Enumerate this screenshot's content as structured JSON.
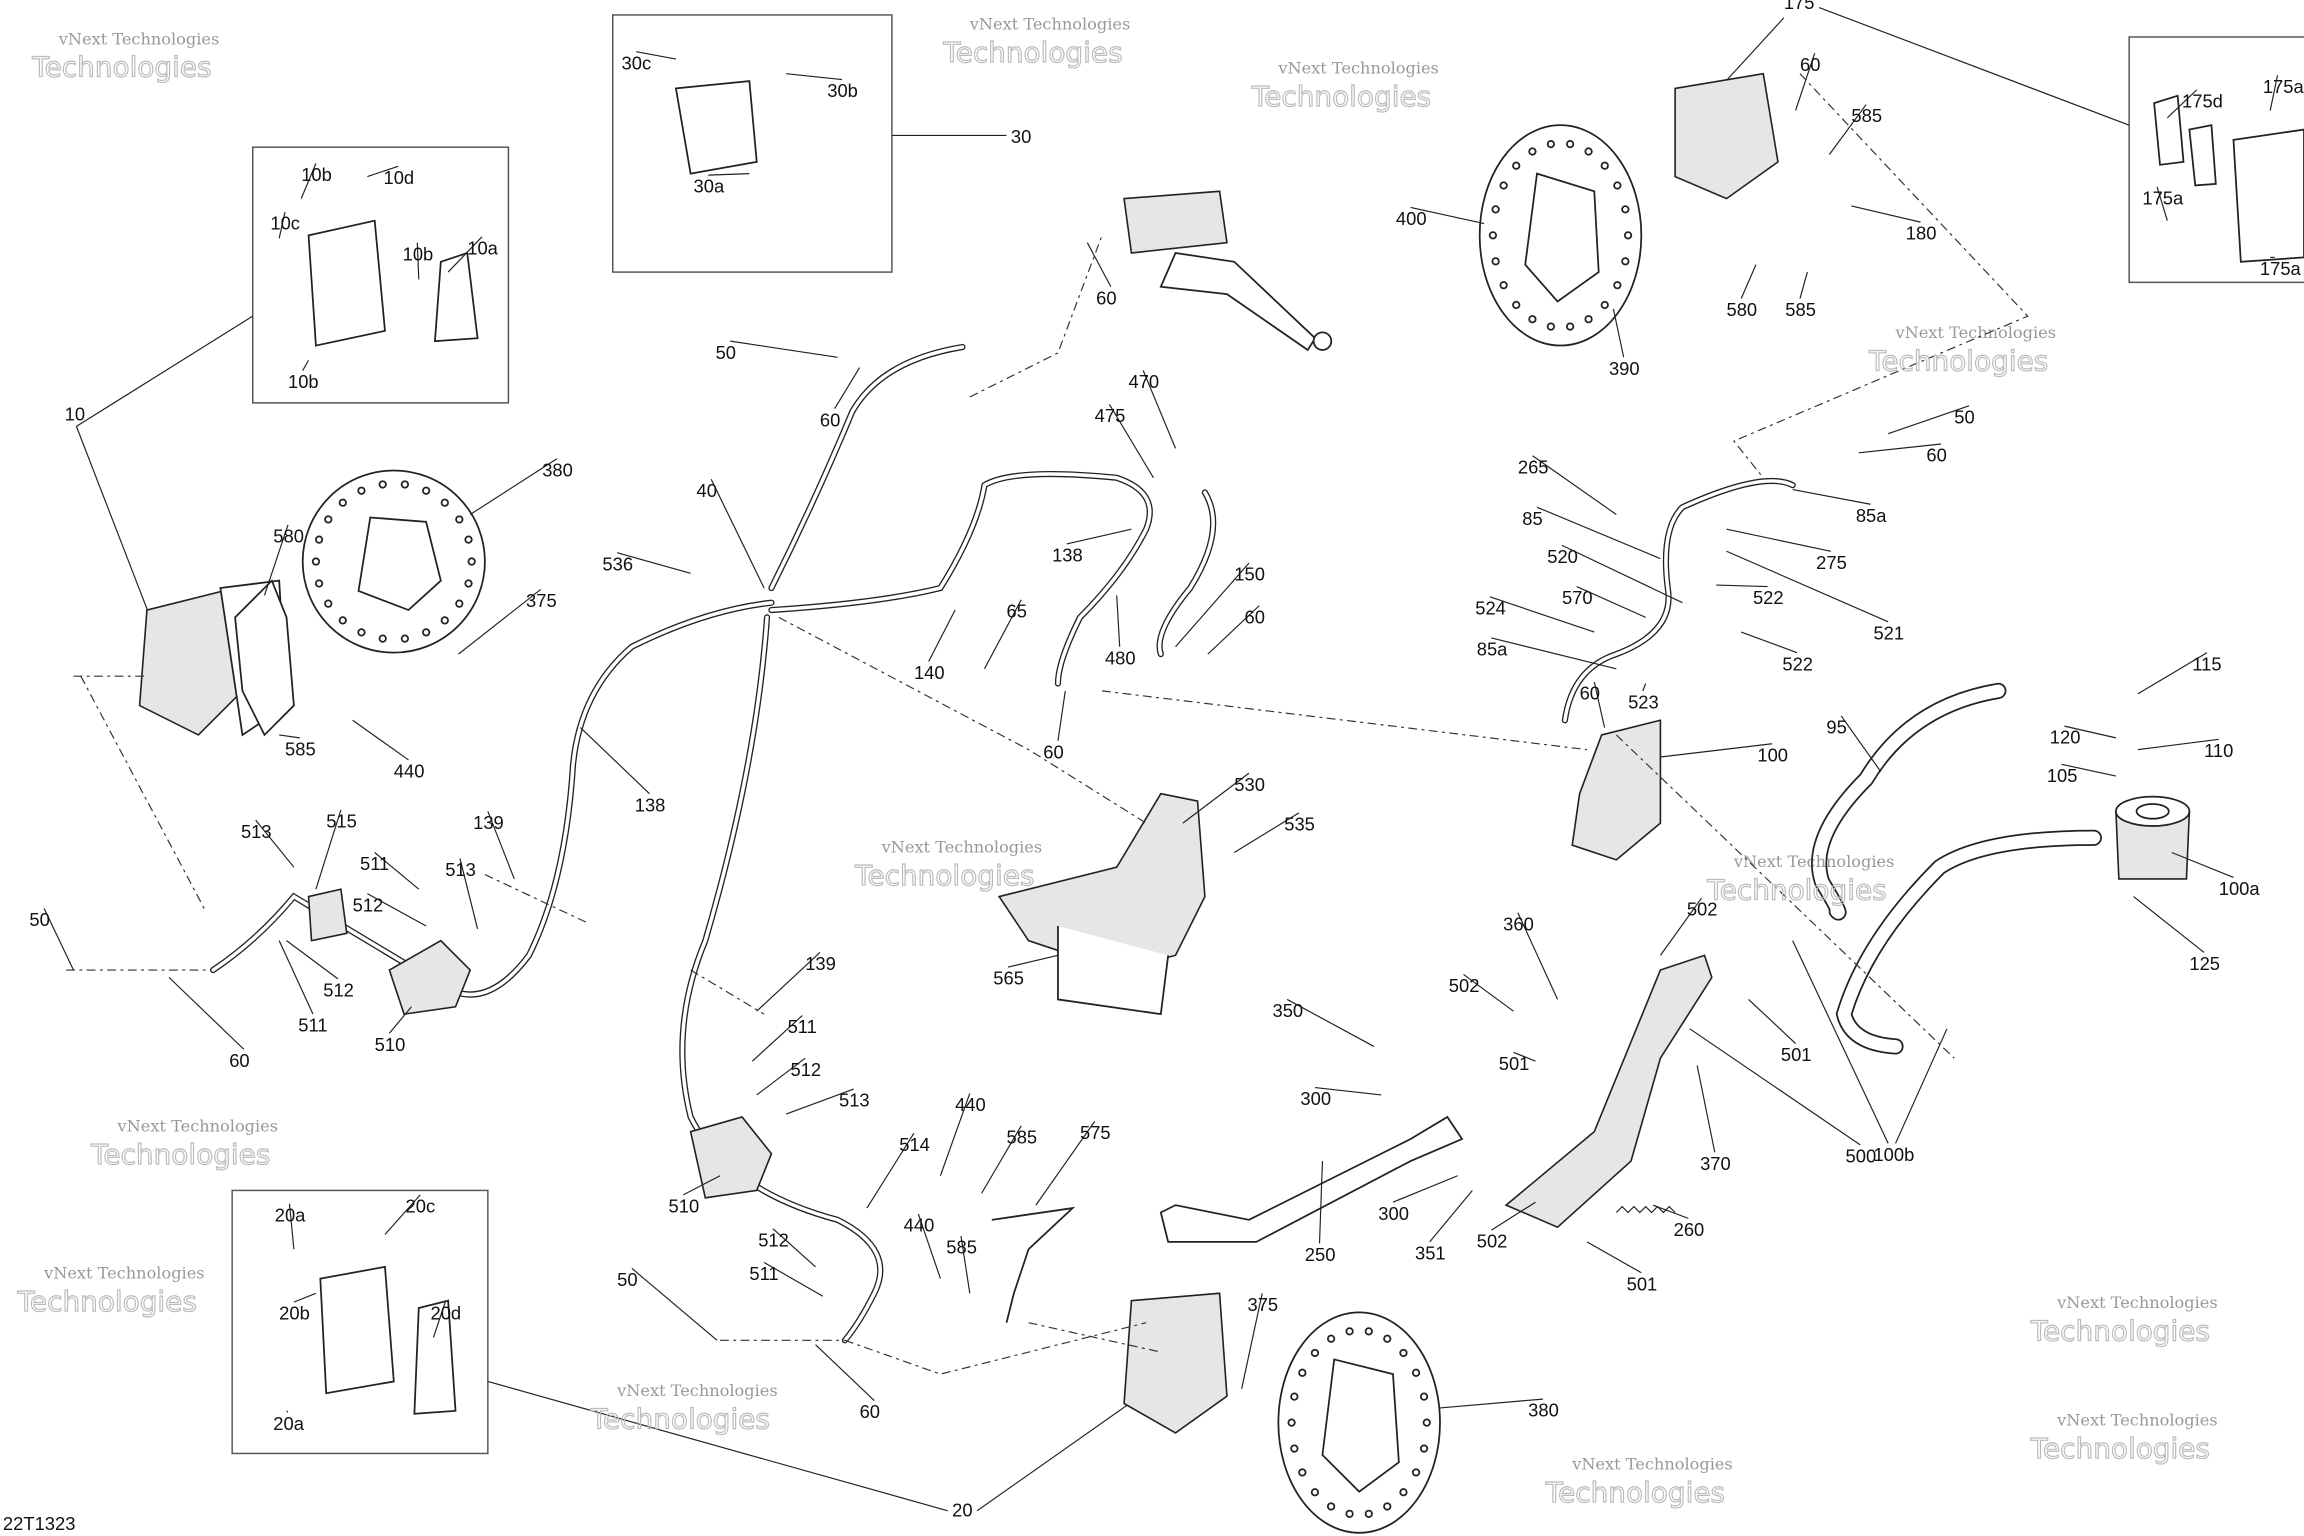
{
  "diagram": {
    "code": "22T1323",
    "watermark_line1": "vNext Technologies",
    "watermark_line2": "Technologies",
    "labels": [
      "30c",
      "30b",
      "30a",
      "30",
      "10b",
      "10d",
      "10c",
      "10b",
      "10a",
      "10b",
      "10",
      "175",
      "175a",
      "175d",
      "175a",
      "175a",
      "60",
      "50",
      "60",
      "470",
      "475",
      "40",
      "536",
      "138",
      "150",
      "65",
      "60",
      "140",
      "480",
      "60",
      "138",
      "530",
      "535",
      "565",
      "380",
      "580",
      "375",
      "585",
      "440",
      "513",
      "515",
      "50",
      "511",
      "512",
      "513",
      "139",
      "512",
      "511",
      "510",
      "60",
      "139",
      "511",
      "512",
      "513",
      "440",
      "585",
      "514",
      "575",
      "510",
      "512",
      "511",
      "440",
      "585",
      "50",
      "60",
      "375",
      "380",
      "20",
      "20a",
      "20c",
      "20b",
      "20d",
      "20a",
      "400",
      "60",
      "585",
      "180",
      "580",
      "585",
      "390",
      "50",
      "60",
      "265",
      "85",
      "85a",
      "275",
      "520",
      "522",
      "521",
      "524",
      "570",
      "85a",
      "522",
      "60",
      "523",
      "100",
      "95",
      "115",
      "120",
      "110",
      "105",
      "100a",
      "125",
      "100b",
      "360",
      "502",
      "502",
      "501",
      "501",
      "350",
      "300",
      "370",
      "500",
      "260",
      "300",
      "351",
      "502",
      "501",
      "250"
    ]
  }
}
